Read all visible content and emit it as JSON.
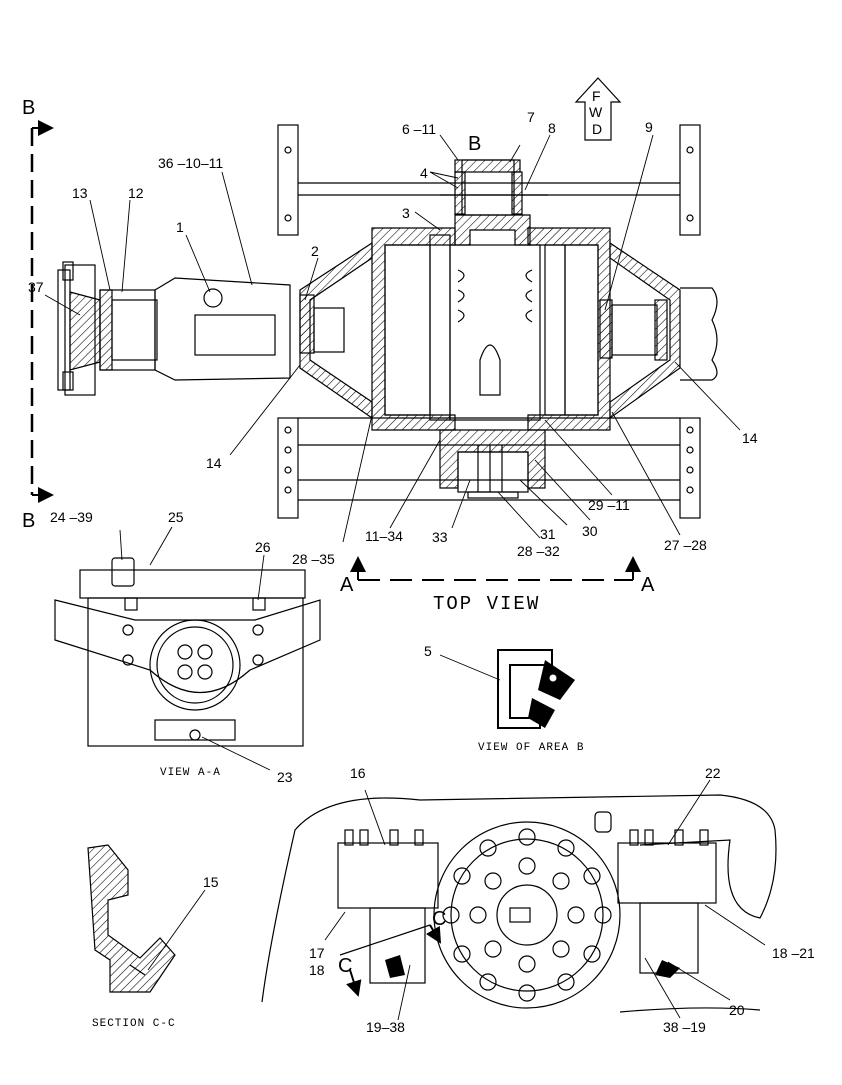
{
  "views": {
    "top": "TOP VIEW",
    "aa": "VIEW A-A",
    "area_b": "VIEW OF AREA B",
    "cc": "SECTION C-C"
  },
  "section_letters": {
    "b_top": "B",
    "b_bottom": "B",
    "b_mid": "B",
    "a_left": "A",
    "a_right": "A",
    "c_upper": "C",
    "c_lower": "C"
  },
  "fwd": [
    "F",
    "W",
    "D"
  ],
  "callouts": {
    "c1": "1",
    "c2": "2",
    "c3": "3",
    "c4": "4",
    "c5": "5",
    "c7": "7",
    "c8": "8",
    "c9": "9",
    "c6_11": "6 –11",
    "c12": "12",
    "c13": "13",
    "c14_left": "14",
    "c14_right": "14",
    "c15": "15",
    "c16": "16",
    "c17": "17",
    "c18": "18",
    "c18_21": "18 –21",
    "c19_38": "19–38",
    "c20": "20",
    "c22": "22",
    "c23": "23",
    "c24_39": "24 –39",
    "c25": "25",
    "c26": "26",
    "c27_28": "27 –28",
    "c28_32": "28 –32",
    "c28_35": "28 –35",
    "c29_11": "29 –11",
    "c30": "30",
    "c31": "31",
    "c33": "33",
    "c11_34": "11–34",
    "c36_10_11": "36 –10–11",
    "c37": "37",
    "c38_19": "38 –19"
  }
}
